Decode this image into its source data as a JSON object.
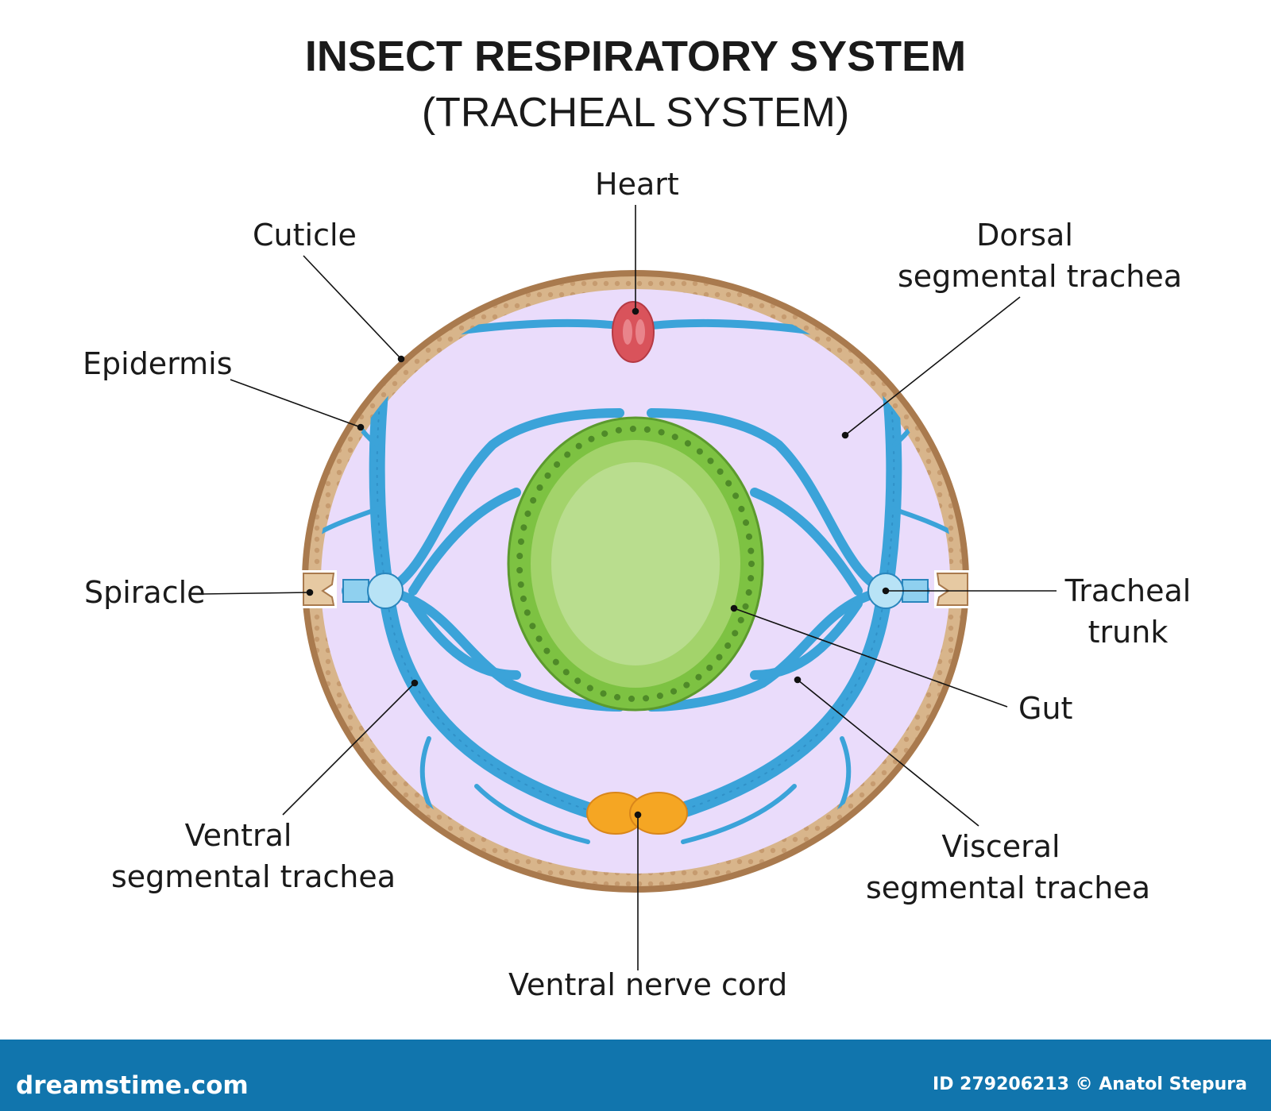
{
  "title": "INSECT RESPIRATORY SYSTEM",
  "subtitle": "(TRACHEAL SYSTEM)",
  "labels": {
    "heart": "Heart",
    "cuticle": "Cuticle",
    "dorsal_1": "Dorsal",
    "dorsal_2": "segmental trachea",
    "epidermis": "Epidermis",
    "spiracle": "Spiracle",
    "tracheal_1": "Tracheal",
    "tracheal_2": "trunk",
    "gut": "Gut",
    "ventral_1": "Ventral",
    "ventral_2": "segmental trachea",
    "visceral_1": "Visceral",
    "visceral_2": "segmental trachea",
    "nerve": "Ventral nerve cord"
  },
  "footer": {
    "brand": "dreamstime.com",
    "credit": "ID 279206213 © Anatol Stepura"
  },
  "colors": {
    "cuticle": "#a97a4e",
    "epidermis": "#c9a57c",
    "body_cavity": "#eadcfb",
    "trachea": "#3ba3d9",
    "gut_outer": "#7dc242",
    "gut_lumen": "#b9dd8e",
    "heart": "#d9535b",
    "nerve_cord": "#f5a623",
    "footer": "#1175ad"
  }
}
